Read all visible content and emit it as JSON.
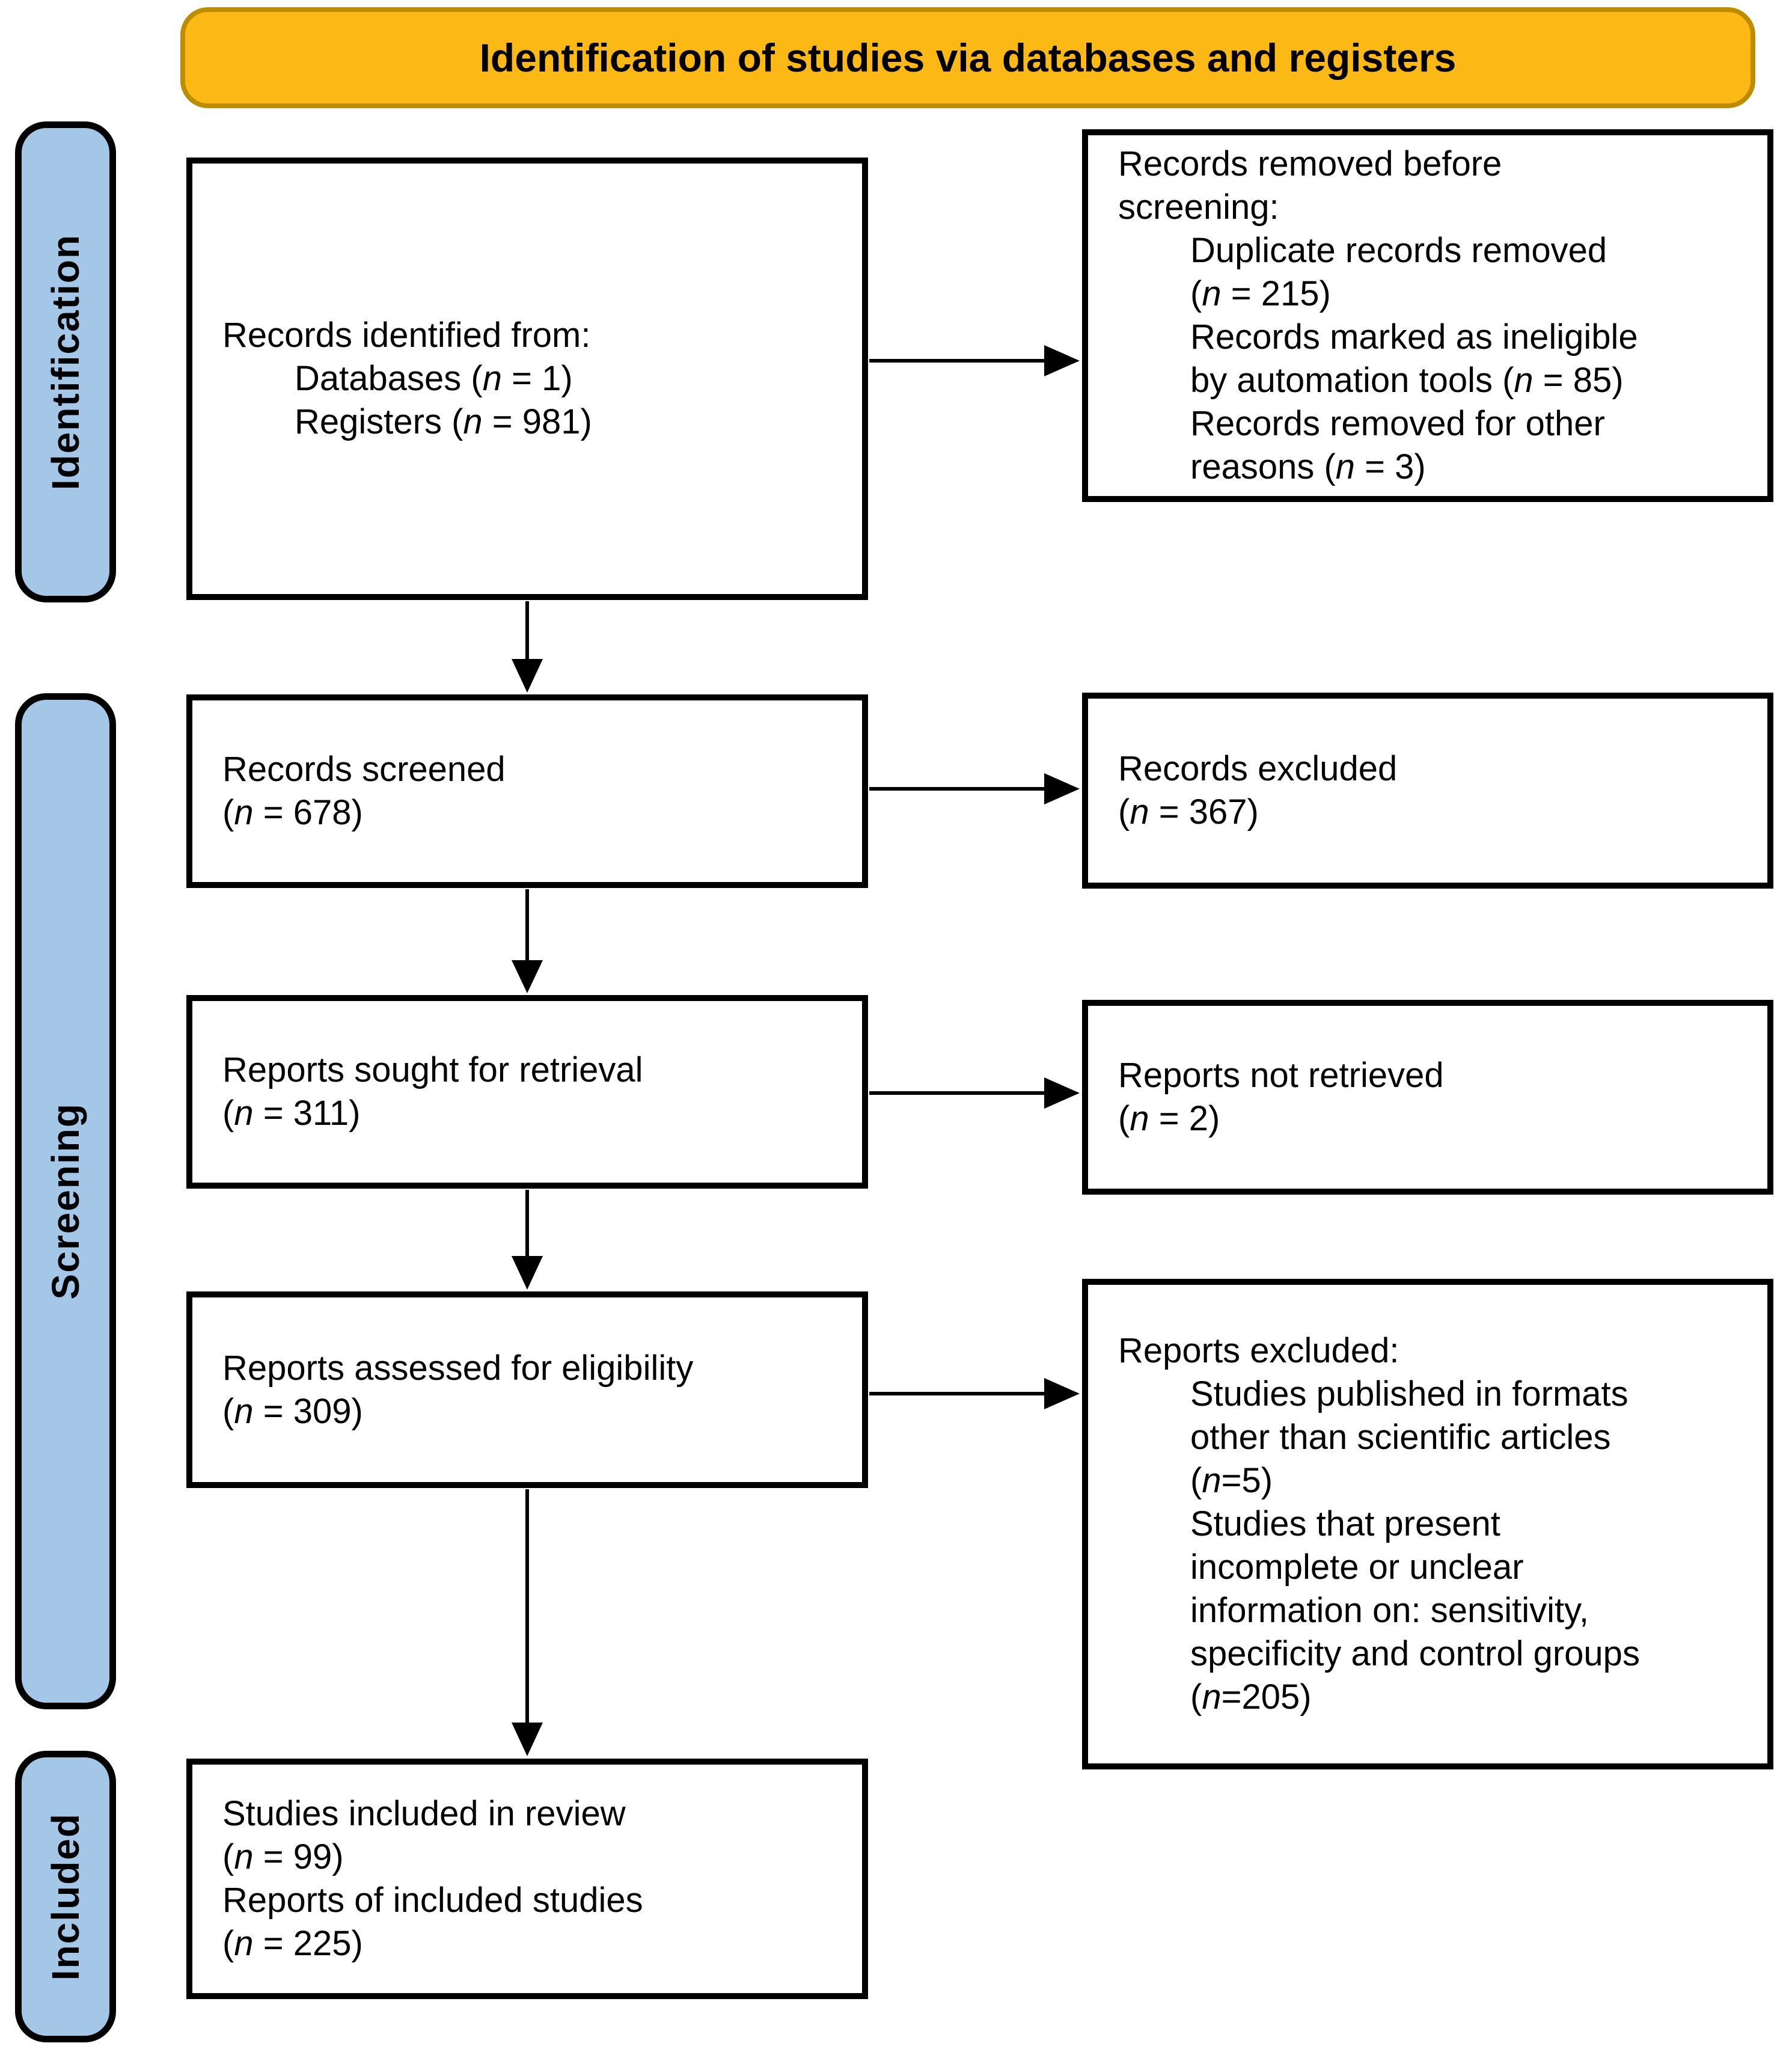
{
  "banner": {
    "title": "Identification of studies via databases and registers"
  },
  "side_labels": {
    "identification": "Identification",
    "screening": "Screening",
    "included": "Included"
  },
  "colors": {
    "banner_fill": "#FCB814",
    "banner_border": "#BD8D00",
    "side_label_fill": "#A4C7E8",
    "box_background": "#FFFFFF",
    "box_border": "#000000",
    "arrow": "#000000",
    "text": "#000000"
  },
  "flow": {
    "records_identified": {
      "lines": [
        {
          "text": "Records identified from:",
          "indent": 0
        },
        {
          "text": "Databases (n = 1)",
          "indent": 1
        },
        {
          "text": "Registers (n = 981)",
          "indent": 1
        }
      ]
    },
    "records_removed": {
      "lines": [
        {
          "text": "Records removed before",
          "indent": 0
        },
        {
          "text": "screening:",
          "indent": 0
        },
        {
          "text": "Duplicate records removed",
          "indent": 1
        },
        {
          "text": "(n = 215)",
          "indent": 1
        },
        {
          "text": "Records marked as ineligible",
          "indent": 1
        },
        {
          "text": "by automation tools (n = 85)",
          "indent": 1
        },
        {
          "text": "Records removed for other",
          "indent": 1
        },
        {
          "text": "reasons (n = 3)",
          "indent": 1
        }
      ]
    },
    "records_screened": {
      "lines": [
        {
          "text": "Records screened",
          "indent": 0
        },
        {
          "text": "(n = 678)",
          "indent": 0
        }
      ]
    },
    "records_excluded": {
      "lines": [
        {
          "text": "Records excluded",
          "indent": 0
        },
        {
          "text": "(n = 367)",
          "indent": 0
        }
      ]
    },
    "reports_sought": {
      "lines": [
        {
          "text": "Reports sought for retrieval",
          "indent": 0
        },
        {
          "text": "(n = 311)",
          "indent": 0
        }
      ]
    },
    "reports_not_retrieved": {
      "lines": [
        {
          "text": "Reports not retrieved",
          "indent": 0
        },
        {
          "text": "(n = 2)",
          "indent": 0
        }
      ]
    },
    "reports_assessed": {
      "lines": [
        {
          "text": "Reports assessed for eligibility",
          "indent": 0
        },
        {
          "text": "(n = 309)",
          "indent": 0
        }
      ]
    },
    "reports_excluded": {
      "lines": [
        {
          "text": "Reports excluded:",
          "indent": 0
        },
        {
          "text": "Studies published in formats",
          "indent": 1
        },
        {
          "text": "other than scientific articles",
          "indent": 1
        },
        {
          "text": "(n=5)",
          "indent": 1
        },
        {
          "text": "Studies that present",
          "indent": 1
        },
        {
          "text": "incomplete or unclear",
          "indent": 1
        },
        {
          "text": "information on: sensitivity,",
          "indent": 1
        },
        {
          "text": "specificity and control groups",
          "indent": 1
        },
        {
          "text": "(n=205)",
          "indent": 1
        }
      ]
    },
    "studies_included": {
      "lines": [
        {
          "text": "Studies included in review",
          "indent": 0
        },
        {
          "text": "(n = 99)",
          "indent": 0
        },
        {
          "text": "Reports of included studies",
          "indent": 0
        },
        {
          "text": "(n = 225)",
          "indent": 0
        }
      ]
    }
  }
}
